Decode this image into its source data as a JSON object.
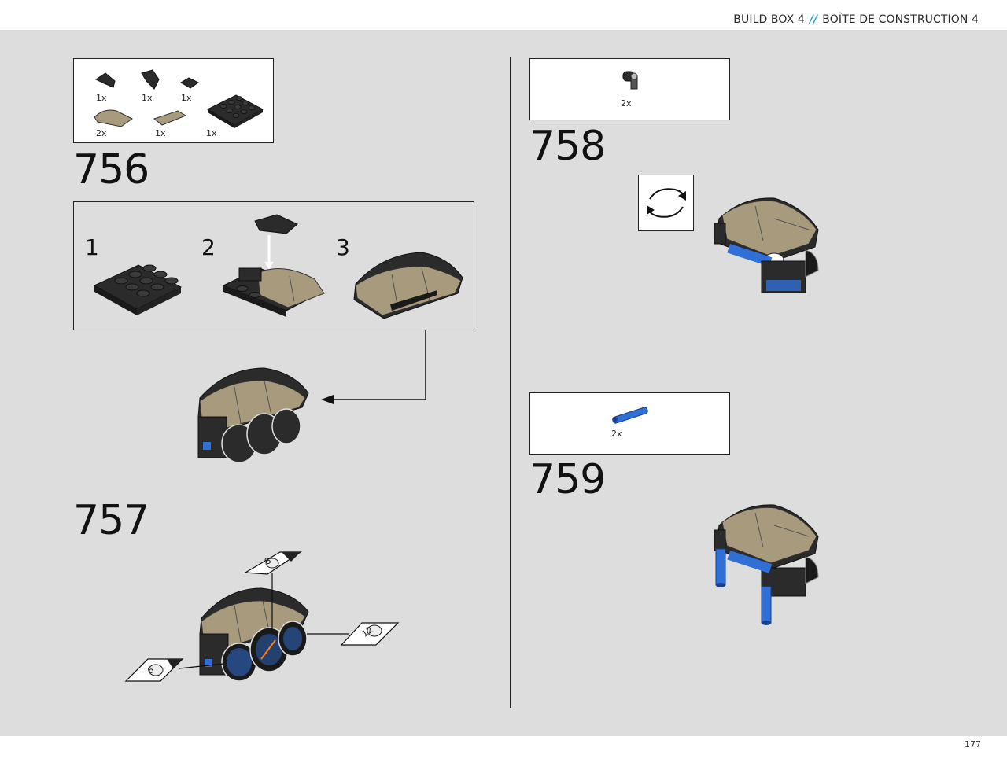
{
  "header": {
    "left": "BUILD BOX 4",
    "separator": "//",
    "right": "BOÎTE DE CONSTRUCTION 4"
  },
  "page_number": "177",
  "steps": {
    "s756": {
      "number": "756",
      "parts_qty": [
        "1x",
        "1x",
        "1x",
        "2x",
        "1x",
        "1x"
      ],
      "sub_steps": [
        "1",
        "2",
        "3"
      ]
    },
    "s757": {
      "number": "757",
      "stickers": [
        "8",
        "12",
        "6"
      ]
    },
    "s758": {
      "number": "758",
      "parts_qty": [
        "2x"
      ]
    },
    "s759": {
      "number": "759",
      "parts_qty": [
        "2x"
      ]
    }
  },
  "colors": {
    "page_bg": "#dcdddc",
    "tan": "#a89a7c",
    "dark": "#2b2b2b",
    "blue": "#2f6fd6",
    "accent": "#1e9fe0"
  }
}
